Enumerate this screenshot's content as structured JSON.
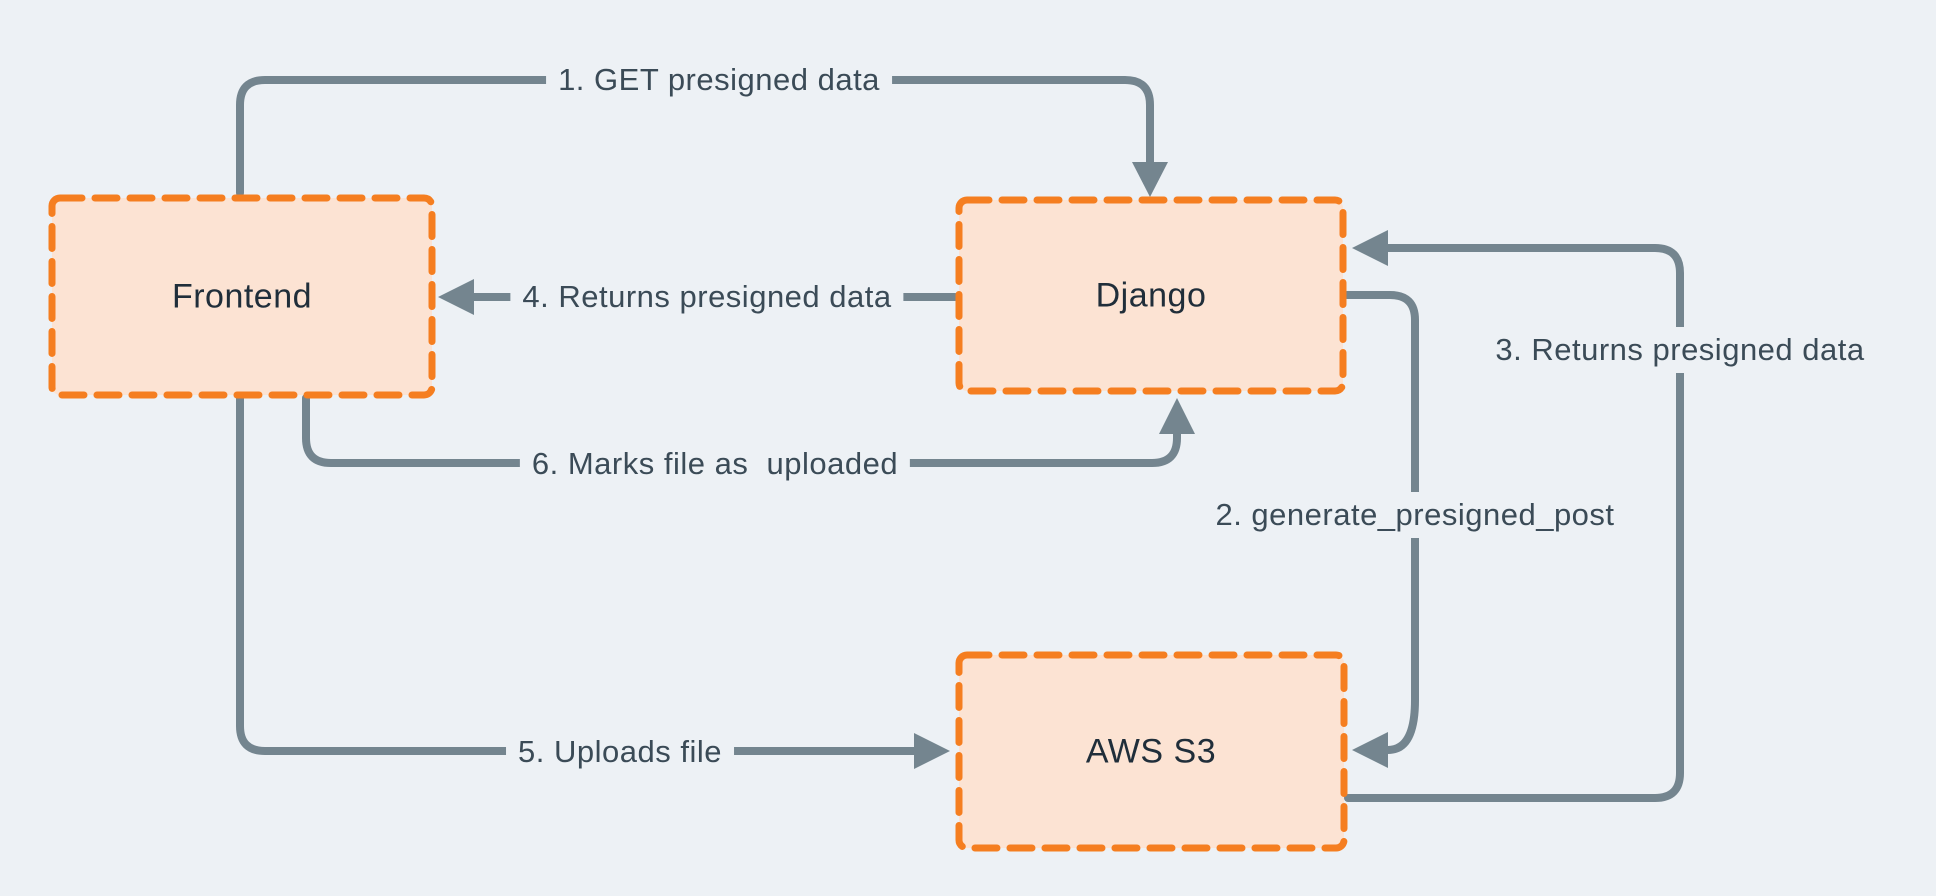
{
  "diagram": {
    "type": "flow-diagram",
    "colors": {
      "background": "#edf1f5",
      "node_fill": "#fce3d3",
      "node_border": "#f57e20",
      "arrow": "#74858f",
      "edge_label_text": "#3b4b57",
      "node_label_text": "#202e3a"
    },
    "nodes": [
      {
        "id": "frontend",
        "label": "Frontend"
      },
      {
        "id": "django",
        "label": "Django"
      },
      {
        "id": "aws_s3",
        "label": "AWS S3"
      }
    ],
    "edges": [
      {
        "number": "1",
        "label": "1. GET presigned data",
        "from": "frontend",
        "to": "django"
      },
      {
        "number": "2",
        "label": "2. generate_presigned_post",
        "from": "django",
        "to": "aws_s3"
      },
      {
        "number": "3",
        "label": "3. Returns presigned data",
        "from": "aws_s3",
        "to": "django"
      },
      {
        "number": "4",
        "label": "4. Returns presigned data",
        "from": "django",
        "to": "frontend"
      },
      {
        "number": "5",
        "label": "5. Uploads file",
        "from": "frontend",
        "to": "aws_s3"
      },
      {
        "number": "6",
        "label": "6. Marks file as  uploaded",
        "from": "frontend",
        "to": "django"
      }
    ]
  }
}
